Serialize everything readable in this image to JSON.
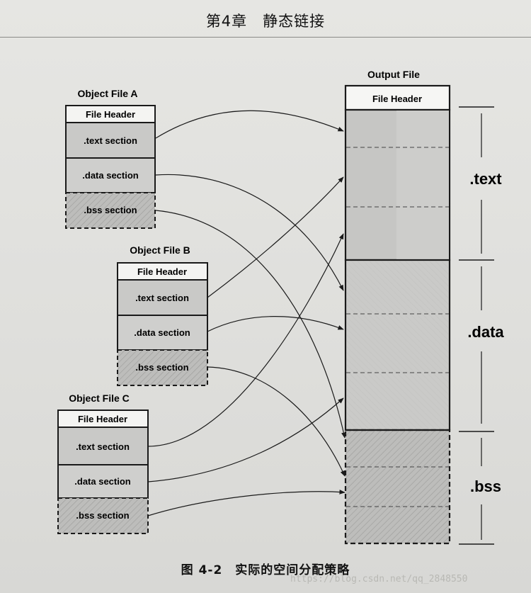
{
  "chapter_title": "第4章　静态链接",
  "caption": "图 4-2　实际的空间分配策略",
  "watermark": "https://blog.csdn.net/qq_2848550",
  "object_files": [
    {
      "title": "Object File A",
      "header": "File Header",
      "sections": [
        ".text section",
        ".data section",
        ".bss section"
      ]
    },
    {
      "title": "Object File B",
      "header": "File Header",
      "sections": [
        ".text section",
        ".data section",
        ".bss section"
      ]
    },
    {
      "title": "Object File C",
      "header": "File Header",
      "sections": [
        ".text section",
        ".data section",
        ".bss section"
      ]
    }
  ],
  "output_file": {
    "title": "Output File",
    "header": "File Header",
    "segments": [
      ".text",
      ".data",
      ".bss"
    ]
  },
  "colors": {
    "section_fill": "#c9c9c7",
    "header_fill": "#f4f4f2",
    "bss_fill": "#b6b6b4",
    "ink": "#1a1a1a"
  }
}
